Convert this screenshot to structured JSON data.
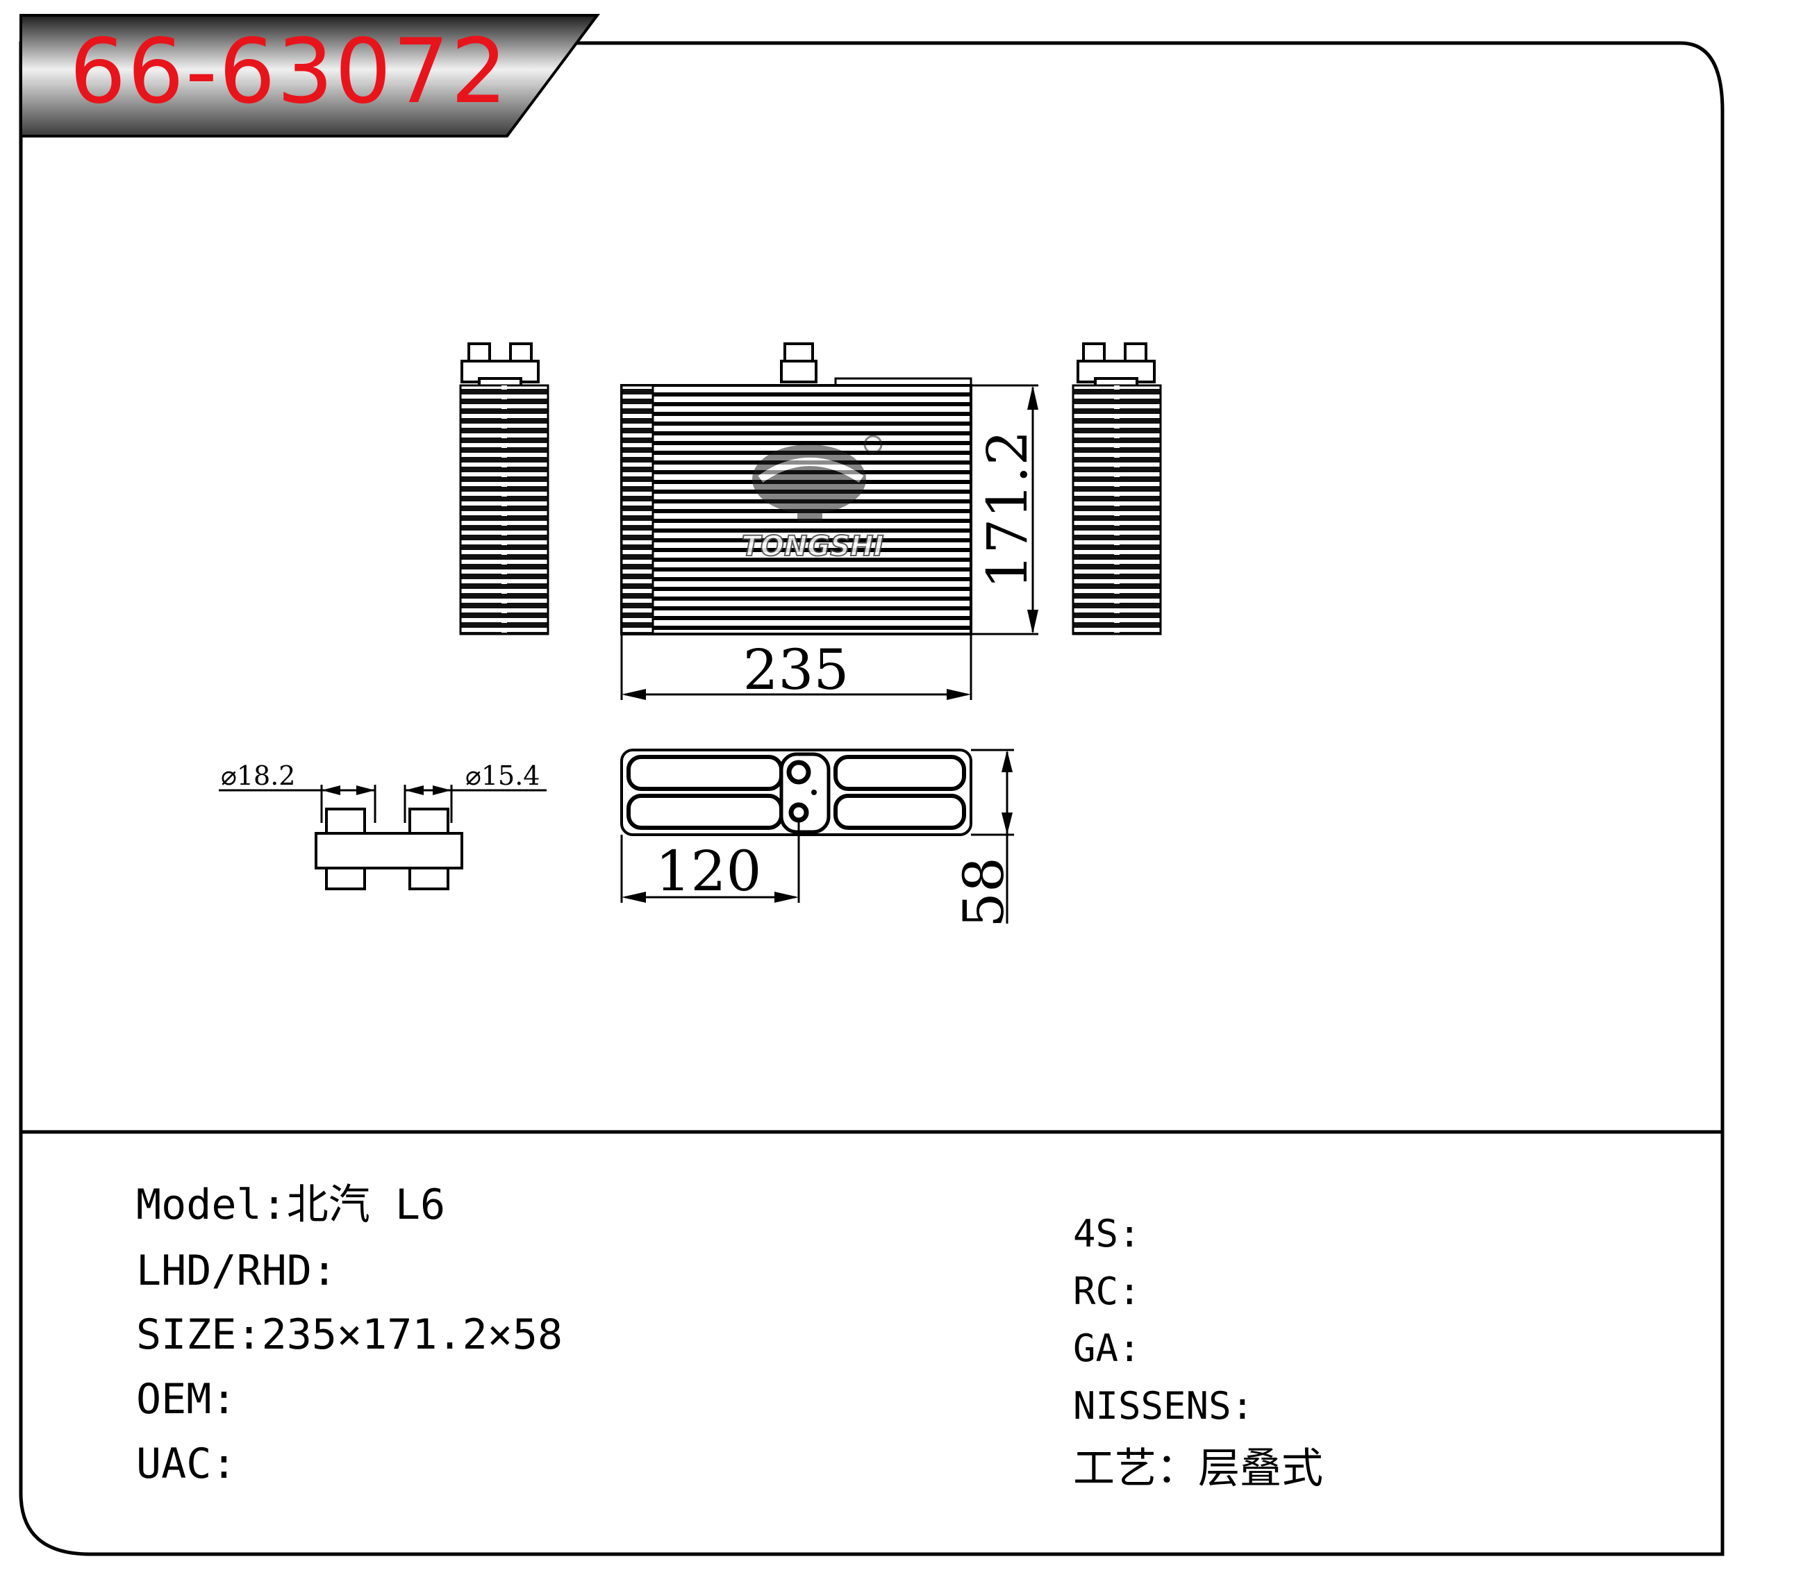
{
  "part_number": "66-63072",
  "brand_watermark": "TONGSHI",
  "dimensions": {
    "width": "235",
    "height": "171.2",
    "depth": "58",
    "port_offset": "120",
    "pipe_large": "⌀18.2",
    "pipe_small": "⌀15.4"
  },
  "specs_left": [
    {
      "label": "Model:",
      "value": "北汽 L6"
    },
    {
      "label": "LHD/RHD:",
      "value": ""
    },
    {
      "label": "SIZE:",
      "value": "235×171.2×58"
    },
    {
      "label": "OEM:",
      "value": ""
    },
    {
      "label": "UAC:",
      "value": ""
    }
  ],
  "specs_right": [
    {
      "label": "4S:",
      "value": ""
    },
    {
      "label": "RC:",
      "value": ""
    },
    {
      "label": "GA:",
      "value": ""
    },
    {
      "label": "NISSENS:",
      "value": ""
    },
    {
      "label": "工艺：",
      "value": "层叠式"
    }
  ],
  "colors": {
    "title_red": "#e8141c",
    "banner_dark": "#2a2a2a",
    "banner_light": "#e6e6e6"
  }
}
